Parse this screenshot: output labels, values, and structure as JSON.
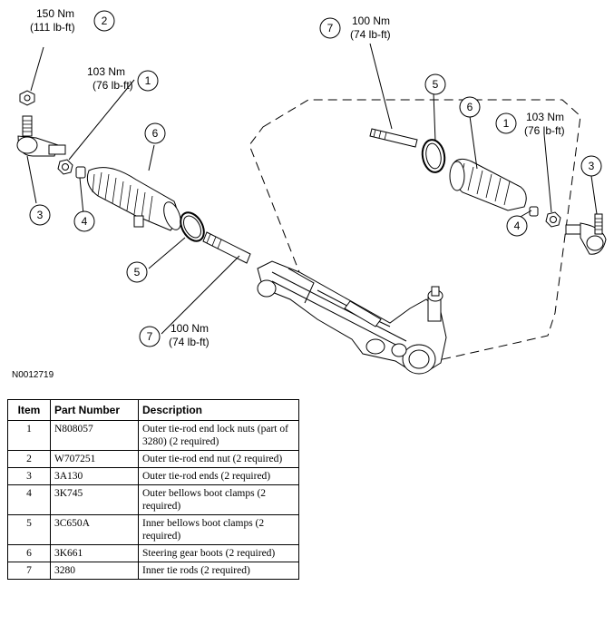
{
  "callouts": {
    "c2_torque": [
      "150 Nm",
      "(111 lb-ft)"
    ],
    "c1_left_torque": [
      "103 Nm",
      "(76 lb-ft)"
    ],
    "c7_top_torque": [
      "100 Nm",
      "(74 lb-ft)"
    ],
    "c1_right_torque": [
      "103 Nm",
      "(76 lb-ft)"
    ],
    "c7_bottom_torque": [
      "100 Nm",
      "(74 lb-ft)"
    ],
    "numbers": {
      "n2": "2",
      "n1a": "1",
      "n6a": "6",
      "n3a": "3",
      "n4a": "4",
      "n5a": "5",
      "n7a": "7",
      "n7b": "7",
      "n5b": "5",
      "n6b": "6",
      "n1b": "1",
      "n3b": "3",
      "n4b": "4"
    }
  },
  "figure_id": "N0012719",
  "table": {
    "headers": [
      "Item",
      "Part Number",
      "Description"
    ],
    "rows": [
      {
        "item": "1",
        "part": "N808057",
        "desc": "Outer tie-rod end lock nuts (part of 3280) (2 required)"
      },
      {
        "item": "2",
        "part": "W707251",
        "desc": "Outer tie-rod end nut (2 required)"
      },
      {
        "item": "3",
        "part": "3A130",
        "desc": "Outer tie-rod ends (2 required)"
      },
      {
        "item": "4",
        "part": "3K745",
        "desc": "Outer bellows boot clamps (2 required)"
      },
      {
        "item": "5",
        "part": "3C650A",
        "desc": "Inner bellows boot clamps (2 required)"
      },
      {
        "item": "6",
        "part": "3K661",
        "desc": "Steering gear boots (2 required)"
      },
      {
        "item": "7",
        "part": "3280",
        "desc": "Inner tie rods (2 required)"
      }
    ]
  }
}
